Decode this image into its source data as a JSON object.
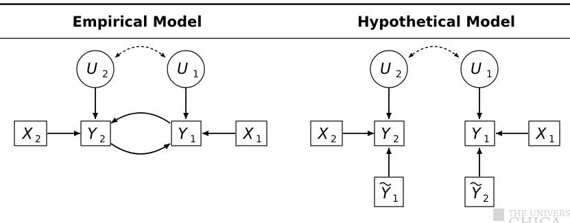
{
  "panels": {
    "left": {
      "title": "Empirical Model",
      "nodes": {
        "u2": {
          "base": "U",
          "sub": "2"
        },
        "u1": {
          "base": "U",
          "sub": "1"
        },
        "x2": {
          "base": "X",
          "sub": "2"
        },
        "y2": {
          "base": "Y",
          "sub": "2"
        },
        "y1": {
          "base": "Y",
          "sub": "1"
        },
        "x1": {
          "base": "X",
          "sub": "1"
        }
      }
    },
    "right": {
      "title": "Hypothetical Model",
      "nodes": {
        "u2": {
          "base": "U",
          "sub": "2"
        },
        "u1": {
          "base": "U",
          "sub": "1"
        },
        "x2": {
          "base": "X",
          "sub": "2"
        },
        "y2": {
          "base": "Y",
          "sub": "2"
        },
        "y1": {
          "base": "Y",
          "sub": "1"
        },
        "x1": {
          "base": "X",
          "sub": "1"
        },
        "ty1": {
          "base": "Y",
          "sub": "1"
        },
        "ty2": {
          "base": "Y",
          "sub": "2"
        }
      }
    }
  },
  "watermark": {
    "line1": "THE UNIVERS",
    "line2": "CHICA"
  }
}
